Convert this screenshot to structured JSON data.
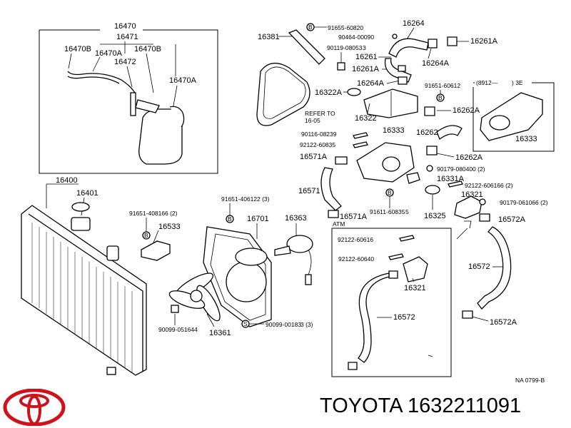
{
  "labels": {
    "p16470": "16470",
    "p16471": "16471",
    "p16470B": "16470B",
    "p16470A": "16470A",
    "p16470B_2": "16470B",
    "p16472": "16472",
    "p16470A_2": "16470A",
    "p16400": "16400",
    "p16401": "16401",
    "p16533": "16533",
    "p91651_40816": "91651-40816",
    "p91651_40816_suffix": "6 (2)",
    "p16381": "16381",
    "p91655": "91655-60820",
    "p90464": "90464-00090",
    "p90119": "90119-08053",
    "p90119_suffix": "3",
    "p16264": "16264",
    "p16261": "16261",
    "p16261A": "16261A",
    "p16261A_2": "16261A",
    "p16264A": "16264A",
    "p16264A_2": "16264A",
    "p16322A": "16322A",
    "p16322": "16322",
    "refer": "REFER TO",
    "refer_page": "16-05",
    "p91651_60612": "91651-60612",
    "p8912": "(8912—",
    "p8912_end": ") 3E",
    "p16262A": "16262A",
    "p16262A_2": "16262A",
    "p16262": "16262",
    "p16333": "16333",
    "p16333_2": "16333",
    "p90116": "90116-08239",
    "p92122_60835": "92122-60835",
    "p16571A": "16571A",
    "p16571": "16571",
    "p16571A_2": "16571A",
    "p90179": "90179-08040",
    "p90179_suffix": "0 (2)",
    "p16331A": "16331A",
    "p92122_60616": "92122-60616",
    "p92122_60616_suffix": "6 (2)",
    "p16321": "16321",
    "p90179_06106": "90179-06106",
    "p90179_06106_suffix": "6 (2)",
    "p16325": "16325",
    "p16572A": "16572A",
    "p91611_60835": "91611-60835",
    "p91611_suffix": "5",
    "p91651_40612": "91651-40612",
    "p91651_40612_suffix": "2 (3)",
    "p16701": "16701",
    "p16363": "16363",
    "atm": "ATM",
    "p92122_60616_b": "92122-60616",
    "p92122_60640": "92122-60640",
    "p16321_b": "16321",
    "p16572": "16572",
    "p16572_b": "16572",
    "p16572A_b": "16572A",
    "p90099_05164": "90099-05164",
    "p90099_05164_suffix": "4",
    "p16361": "16361",
    "p90099_00183": "90099-00183",
    "p90099_00183_suffix": "3 (3)",
    "na_code": "NA  0799-B",
    "bolt_b": "B",
    "bolt_s": "S"
  },
  "footer": {
    "caption": "TOYOTA 1632211091",
    "logo_icon": "toyota-logo-icon",
    "logo_color": "#d0101b"
  }
}
